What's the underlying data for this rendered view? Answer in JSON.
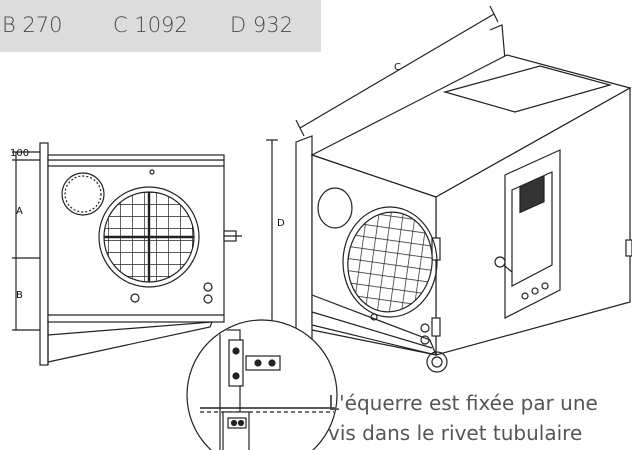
{
  "dimensions": {
    "b": "B 270",
    "c": "C 1092",
    "d": "D 932"
  },
  "labels": {
    "c": "C",
    "d": "D",
    "top": "100",
    "a": "A",
    "b": "B"
  },
  "caption": {
    "line1": "L'équerre est fixée par une",
    "line2": "vis dans le rivet tubulaire"
  }
}
